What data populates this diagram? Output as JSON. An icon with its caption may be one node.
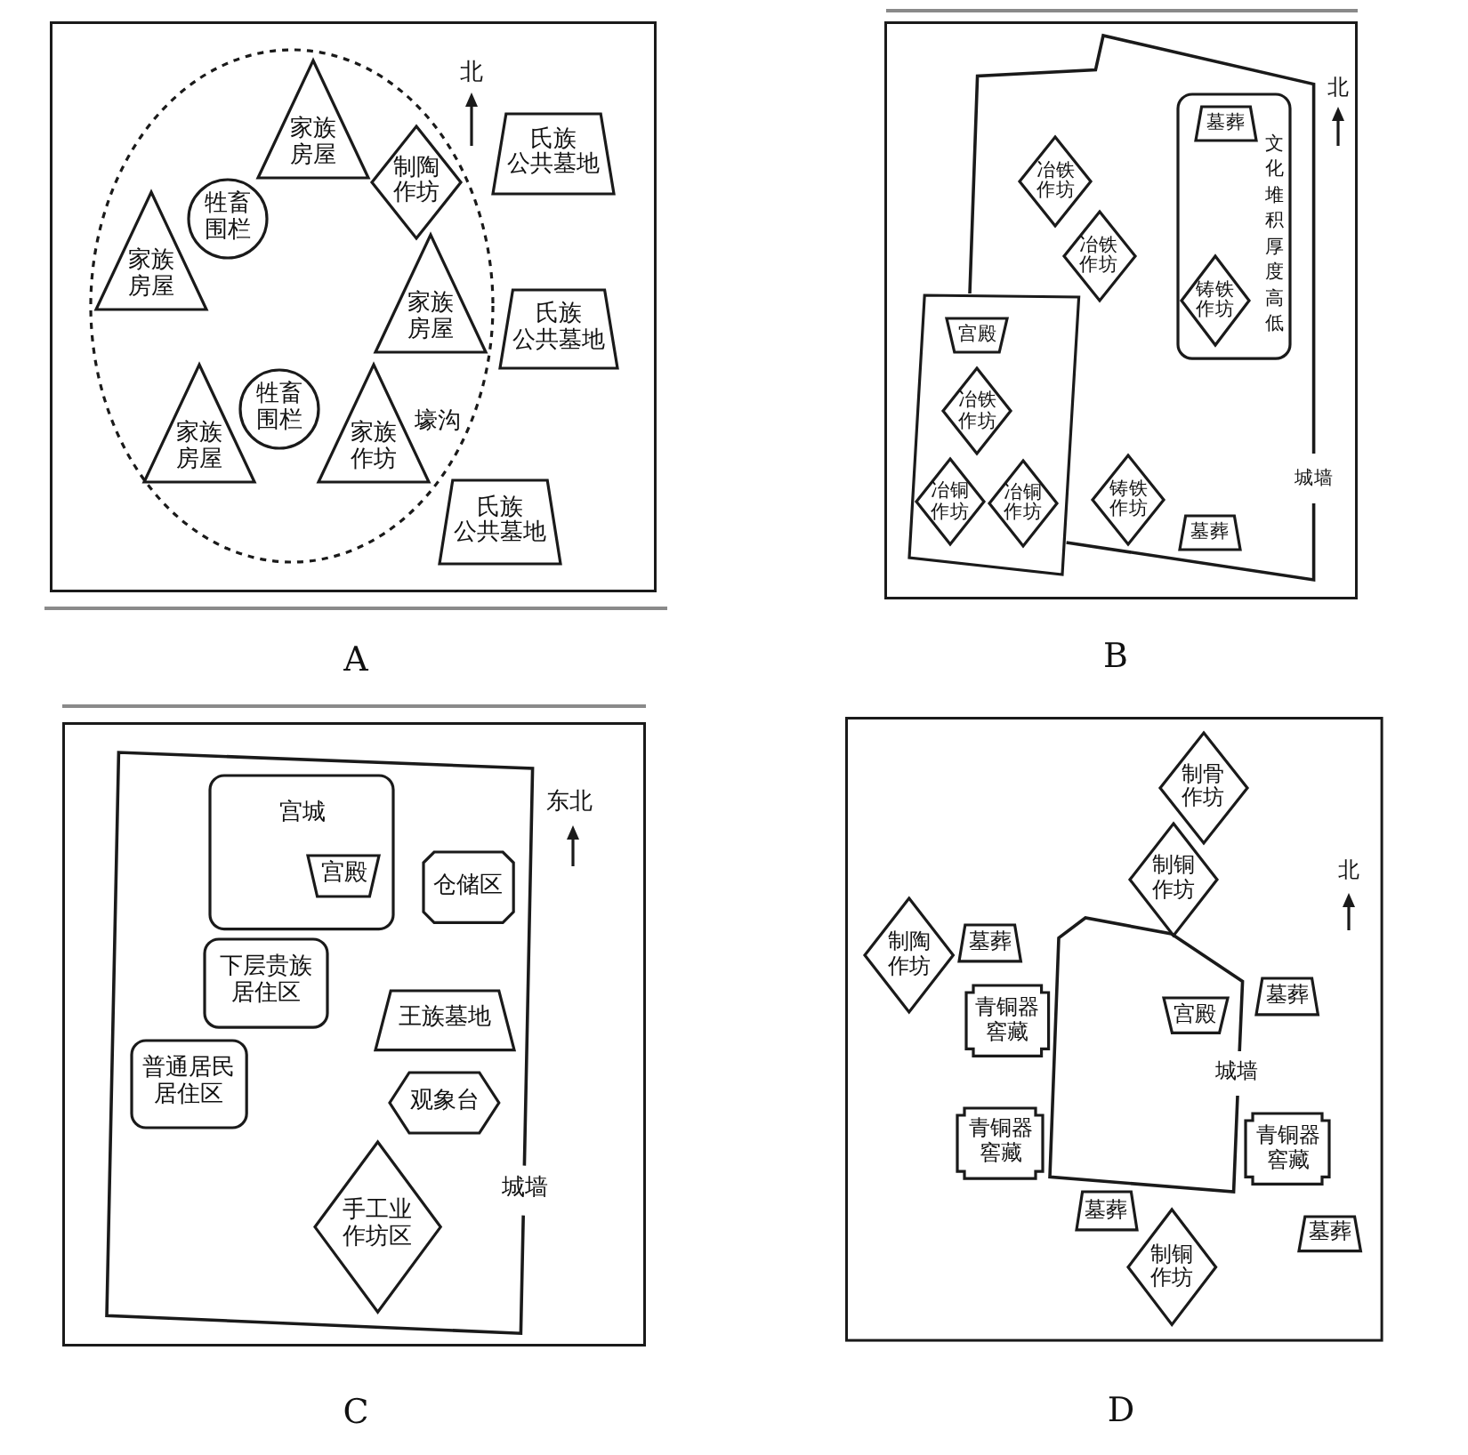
{
  "diagram": {
    "nodes": [
      {
        "text": [
          "A"
        ]
      },
      {
        "text": [
          "壕沟"
        ],
        "in": 0
      },
      {
        "text": [
          "家族房屋"
        ],
        "in": 1
      },
      {
        "text": [
          "制陶作坊"
        ],
        "in": 1
      },
      {
        "text": [
          "牲畜围栏"
        ],
        "in": 1
      },
      {
        "text": [
          "家族房屋"
        ],
        "in": 1
      },
      {
        "text": [
          "家族房屋"
        ],
        "in": 1
      },
      {
        "text": [
          "家族房屋"
        ],
        "in": 1
      },
      {
        "text": [
          "牲畜围栏"
        ],
        "in": 1
      },
      {
        "text": [
          "家族作坊"
        ],
        "in": 1
      },
      {
        "text": [
          "氏族公共墓地"
        ],
        "in": 0
      },
      {
        "text": [
          "氏族公共墓地"
        ],
        "in": 0
      },
      {
        "text": [
          "氏族公共墓地"
        ],
        "in": 0
      },
      {
        "text": [
          "B"
        ]
      },
      {
        "text": [
          "城墙"
        ],
        "in": 13
      },
      {
        "text": [],
        "shape": "box",
        "in": 13
      },
      {
        "text": [
          "宫殿"
        ],
        "in": 15
      },
      {
        "text": [
          "冶铁作坊"
        ],
        "in": 15
      },
      {
        "text": [
          "冶铜作坊"
        ],
        "in": 15
      },
      {
        "text": [
          "冶铜作坊"
        ]
      },
      {
        "text": [
          "冶铁作坊"
        ],
        "in": 14
      },
      {
        "text": [
          "冶铁作坊"
        ],
        "in": 14
      },
      {
        "text": [
          "文化堆积厚度高低"
        ],
        "in": 14
      },
      {
        "text": [
          "墓葬"
        ],
        "in": 22
      },
      {
        "text": [
          "铸铁作坊"
        ],
        "in": 22
      },
      {
        "text": [
          "铸铁作坊"
        ],
        "in": 14
      },
      {
        "text": [
          "墓葬"
        ],
        "in": 14
      },
      {
        "text": [
          "C"
        ]
      },
      {
        "text": [
          "城墙"
        ],
        "in": 27
      },
      {
        "text": [
          "宫城"
        ],
        "in": 28
      },
      {
        "text": [
          "宫殿"
        ],
        "in": 29
      },
      {
        "text": [
          "仓储区"
        ],
        "in": 28
      },
      {
        "text": [
          "下层贵族居住区"
        ],
        "in": 28
      },
      {
        "text": [
          "王族墓地"
        ],
        "in": 28
      },
      {
        "text": [
          "普通居民居住区"
        ],
        "in": 28
      },
      {
        "text": [
          "观象台"
        ],
        "in": 28
      },
      {
        "text": [
          "手工业作坊区"
        ],
        "in": 28
      },
      {
        "text": [
          "D"
        ]
      },
      {
        "text": [
          "制骨作坊"
        ],
        "in": 37
      },
      {
        "text": [
          "制铜作坊"
        ],
        "in": 37
      },
      {
        "text": [
          "制陶作坊"
        ],
        "in": 37
      },
      {
        "text": [
          "墓葬"
        ],
        "in": 37
      },
      {
        "text": [
          "城墙"
        ],
        "in": 37
      },
      {
        "text": [
          "宫殿"
        ],
        "in": 42
      },
      {
        "text": [
          "墓葬"
        ],
        "in": 37
      },
      {
        "text": [
          "青铜器窖藏"
        ],
        "in": 37
      },
      {
        "text": [
          "青铜器窖藏"
        ],
        "in": 37
      },
      {
        "text": [
          "青铜器窖藏"
        ],
        "in": 37
      },
      {
        "text": [
          "墓葬"
        ],
        "in": 37
      },
      {
        "text": [
          "墓葬"
        ],
        "in": 37
      },
      {
        "text": [
          "制铜作坊"
        ],
        "in": 37
      }
    ],
    "labels": [
      "北",
      "北",
      "东北",
      "北"
    ]
  }
}
